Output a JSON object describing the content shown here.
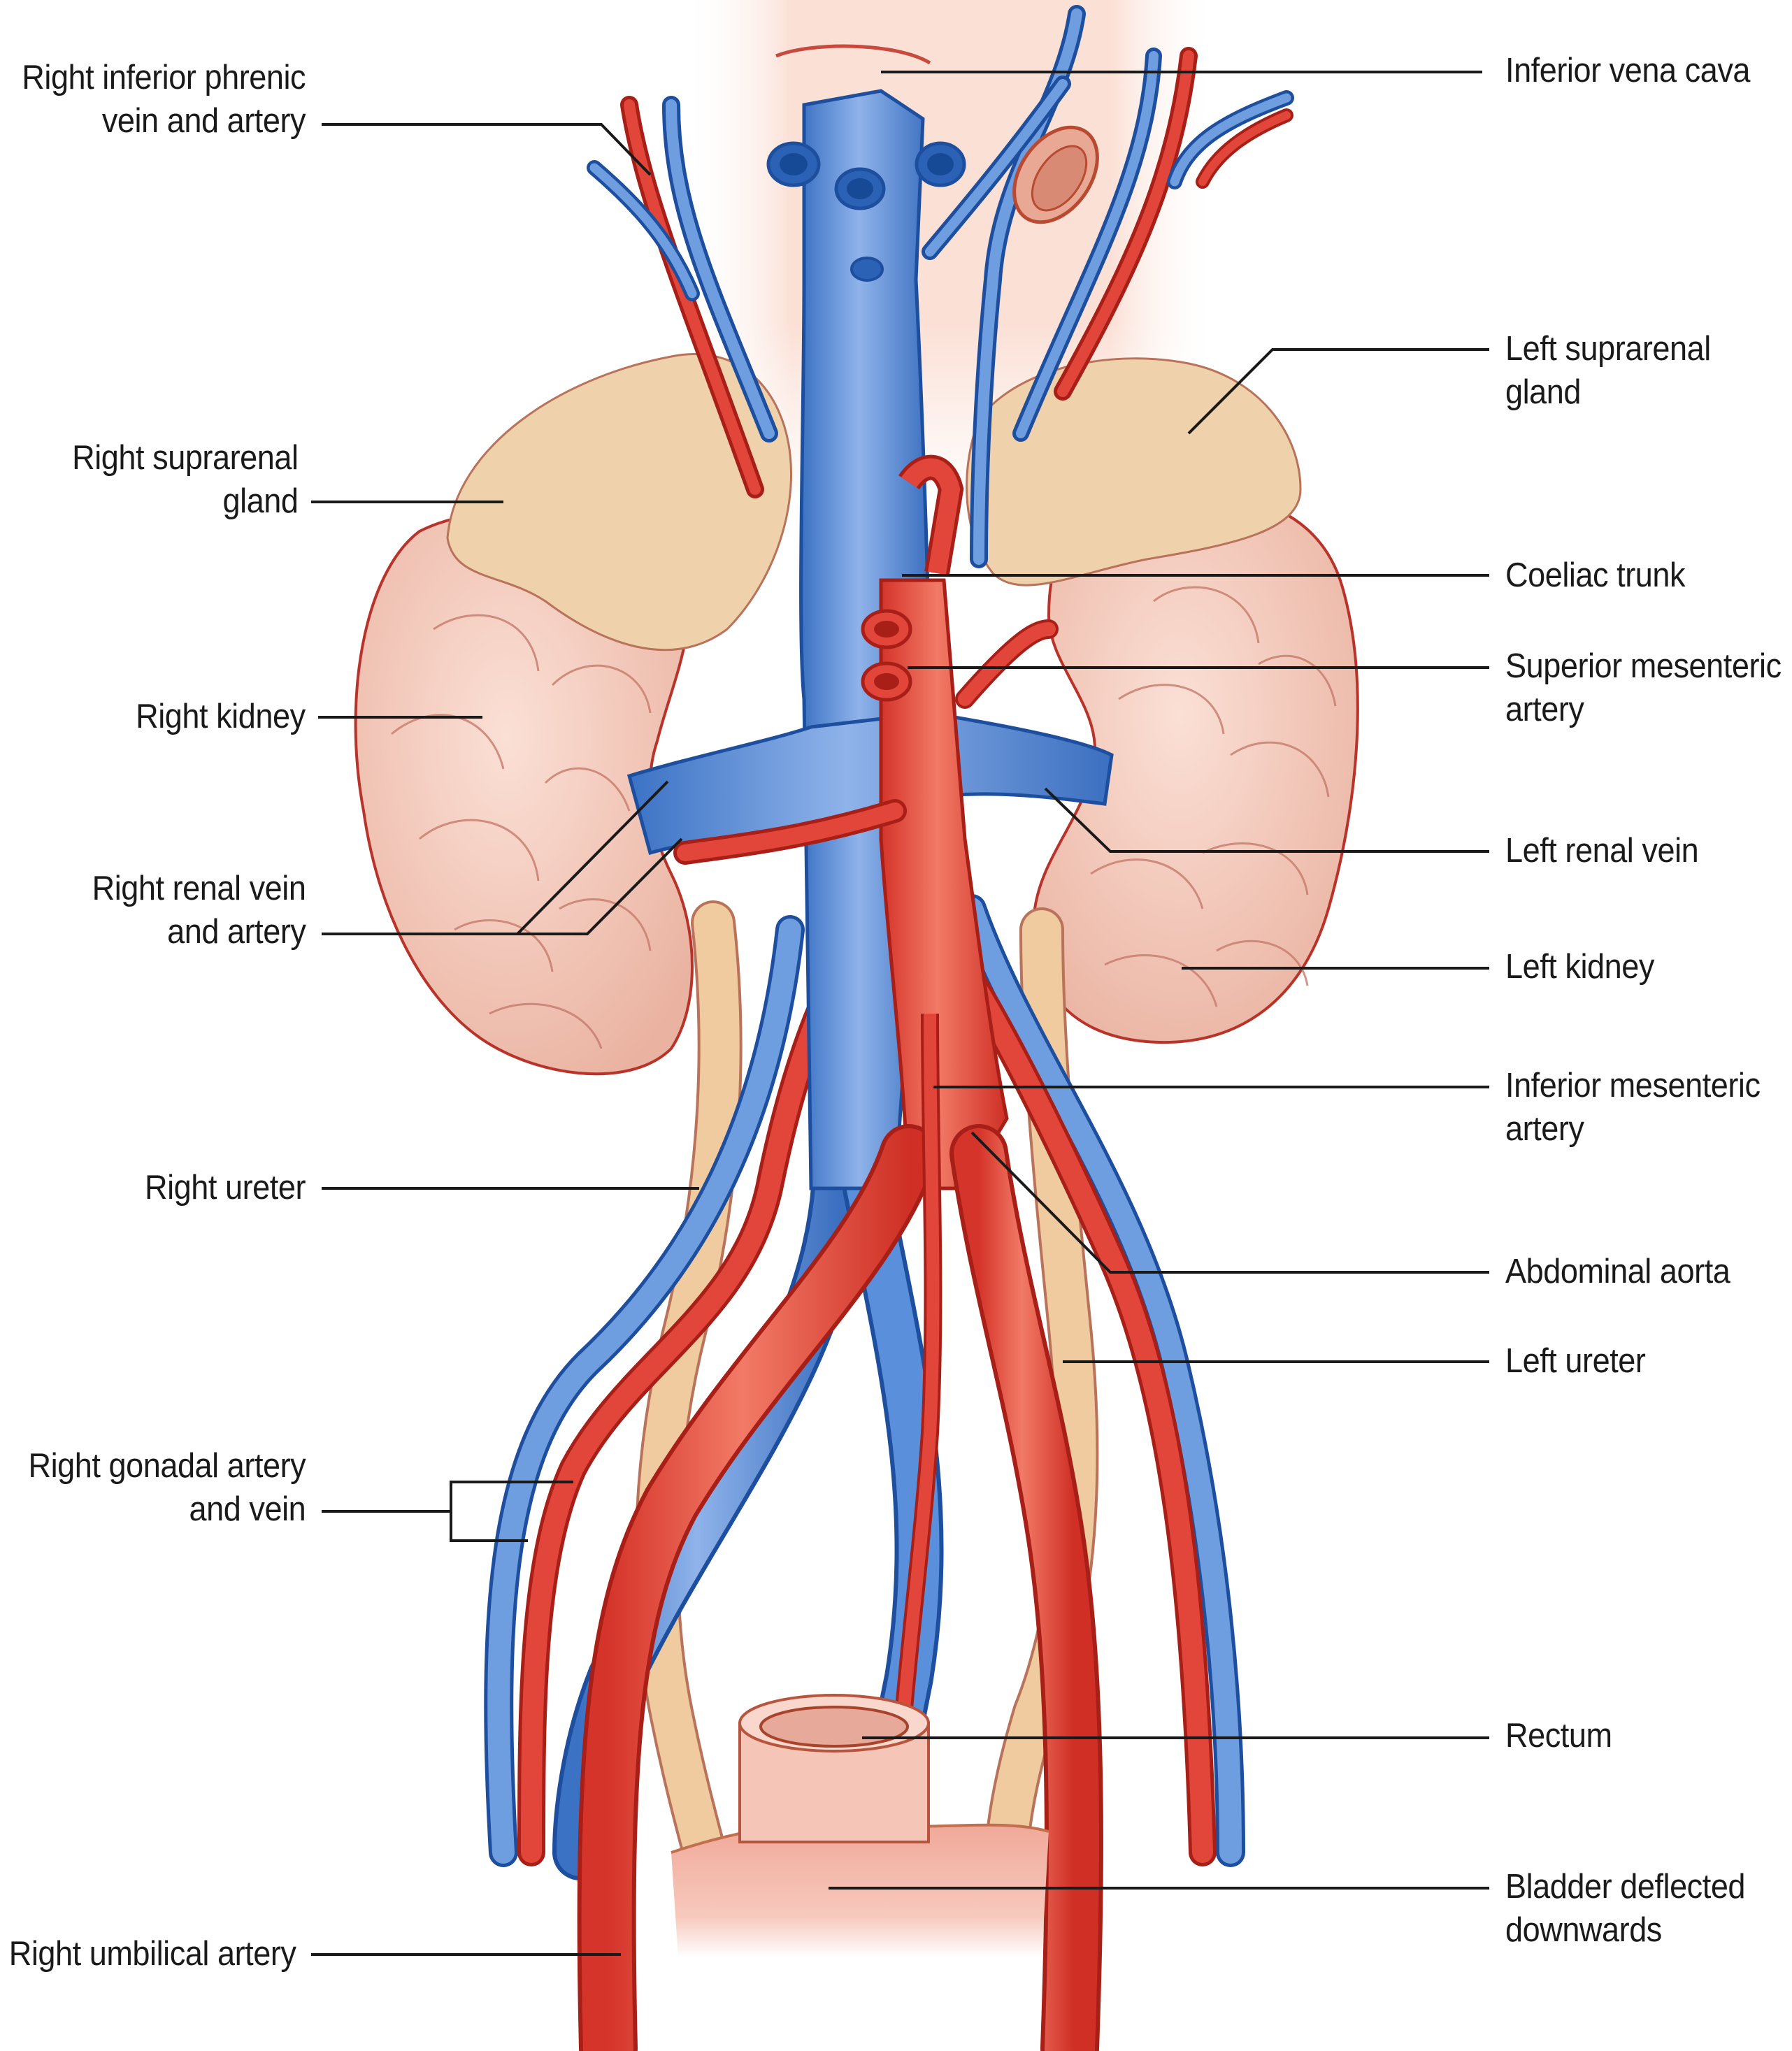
{
  "figure": {
    "subject": "Posterior abdominal wall: kidneys, suprarenal glands, great vessels and ureters",
    "colors": {
      "vein": "#4f86d6",
      "vein_outline": "#1d4f9e",
      "artery": "#e2463a",
      "artery_outline": "#a81f18",
      "kidney": "#f2c2b2",
      "kidney_outline": "#b8332a",
      "suprarenal": "#efd1ab",
      "ureter": "#f0cba0",
      "background_glow": "#fbe3da",
      "rectum": "#f3bcae",
      "label_text": "#1a1a1a",
      "leader_line": "#1a1a1a"
    }
  },
  "labels": {
    "left": [
      {
        "id": "right-inferior-phrenic",
        "lines": [
          "Right inferior phrenic",
          "vein and artery"
        ]
      },
      {
        "id": "right-suprarenal-gland",
        "lines": [
          "Right suprarenal",
          "gland"
        ]
      },
      {
        "id": "right-kidney",
        "lines": [
          "Right kidney"
        ]
      },
      {
        "id": "right-renal-vein-artery",
        "lines": [
          "Right renal vein",
          "and artery"
        ]
      },
      {
        "id": "right-ureter",
        "lines": [
          "Right ureter"
        ]
      },
      {
        "id": "right-gonadal",
        "lines": [
          "Right gonadal artery",
          "and vein"
        ]
      },
      {
        "id": "right-umbilical-artery",
        "lines": [
          "Right umbilical artery"
        ]
      }
    ],
    "right": [
      {
        "id": "inferior-vena-cava",
        "lines": [
          "Inferior vena cava"
        ]
      },
      {
        "id": "left-suprarenal-gland",
        "lines": [
          "Left suprarenal",
          "gland"
        ]
      },
      {
        "id": "coeliac-trunk",
        "lines": [
          "Coeliac trunk"
        ]
      },
      {
        "id": "superior-mesenteric-artery",
        "lines": [
          "Superior mesenteric",
          "artery"
        ]
      },
      {
        "id": "left-renal-vein",
        "lines": [
          "Left renal vein"
        ]
      },
      {
        "id": "left-kidney",
        "lines": [
          "Left kidney"
        ]
      },
      {
        "id": "inferior-mesenteric-artery",
        "lines": [
          "Inferior mesenteric",
          "artery"
        ]
      },
      {
        "id": "abdominal-aorta",
        "lines": [
          "Abdominal aorta"
        ]
      },
      {
        "id": "left-ureter",
        "lines": [
          "Left ureter"
        ]
      },
      {
        "id": "rectum",
        "lines": [
          "Rectum"
        ]
      },
      {
        "id": "bladder",
        "lines": [
          "Bladder deflected",
          "downwards"
        ]
      }
    ]
  }
}
